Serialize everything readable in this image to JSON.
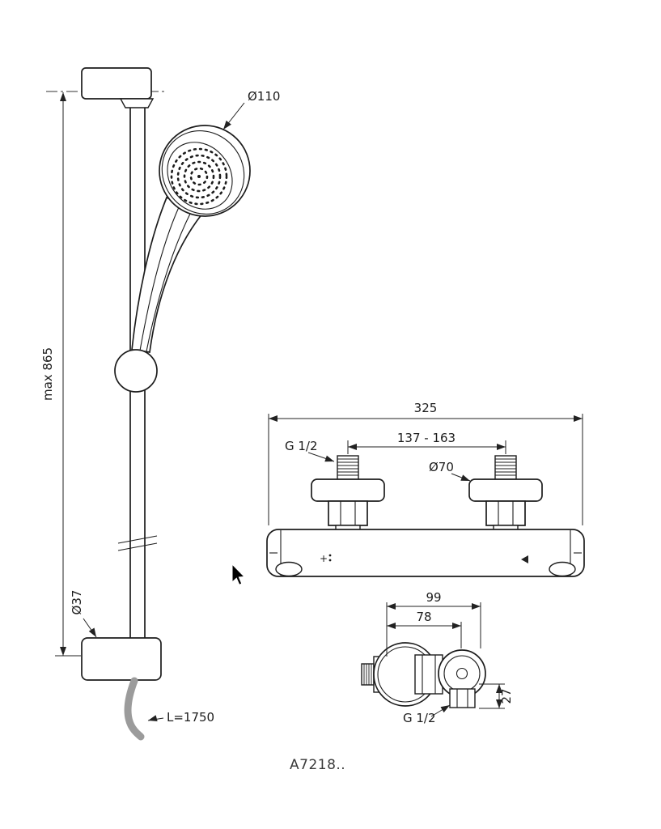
{
  "product_code": "A7218..",
  "rail": {
    "max_height_label": "max 865",
    "head_diameter_label": "Ø110",
    "bracket_diameter_label": "Ø37",
    "hose_length_label": "L=1750"
  },
  "mixer_front": {
    "overall_width_label": "325",
    "center_distance_label": "137 - 163",
    "thread_label": "G 1/2",
    "rosette_diameter_label": "Ø70",
    "hot_marker": "+"
  },
  "mixer_side": {
    "depth_label": "99",
    "body_depth_label": "78",
    "thread_label": "G 1/2",
    "outlet_offset_label": "27"
  },
  "colors": {
    "line": "#1c1c1c",
    "hose": "#9b9b9b",
    "background": "#ffffff"
  }
}
